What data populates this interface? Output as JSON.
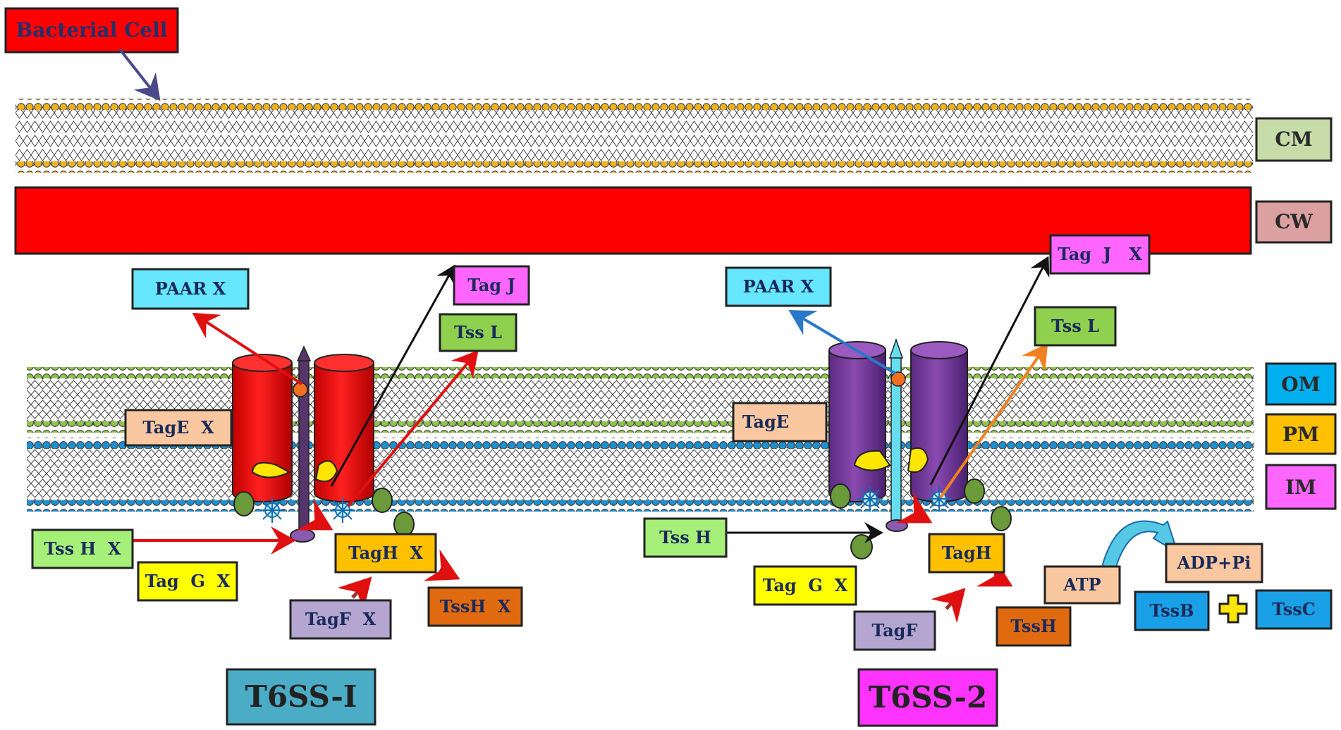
{
  "title": "Bacterial Cell",
  "layers": {
    "cm": "CM",
    "cw": "CW",
    "om": "OM",
    "pm": "PM",
    "im": "IM"
  },
  "systems": {
    "t6ss1": "T6SS-I",
    "t6ss2": "T6SS-2"
  },
  "labels_t6ss1": {
    "paar": "PAAR X",
    "tagj": "Tag J",
    "tssl": "Tss L",
    "tage": "TagE  X",
    "tssh_left": "Tss H  X",
    "tagg": "Tag  G  X",
    "tagh": "TagH  X",
    "tagf": "TagF  X",
    "tssh_right": "TssH  X"
  },
  "labels_t6ss2": {
    "paar": "PAAR X",
    "tagj": "Tag  J   X",
    "tssl": "Tss L",
    "tage": "TagE",
    "tssh_left": "Tss H",
    "tagg": "Tag  G  X",
    "tagh": "TagH",
    "tagf": "TagF",
    "tssh_right": "TssH",
    "atp": "ATP",
    "adp": "ADP+Pi",
    "tssb": "TssB",
    "tssc": "TssC"
  },
  "colors": {
    "red": "#ff0000",
    "purple": "#7b3fa0",
    "orange_head": "#f0b020",
    "green_head": "#8fc34a",
    "blue_head": "#1e90d0",
    "cm_box": "#c6dba8",
    "cw_box": "#dba0a0",
    "om_box": "#00b0f0",
    "pm_box": "#ffc000",
    "im_box": "#ff66ff",
    "t6ss1_box": "#4bacc6",
    "t6ss2_box": "#ff33ff"
  }
}
